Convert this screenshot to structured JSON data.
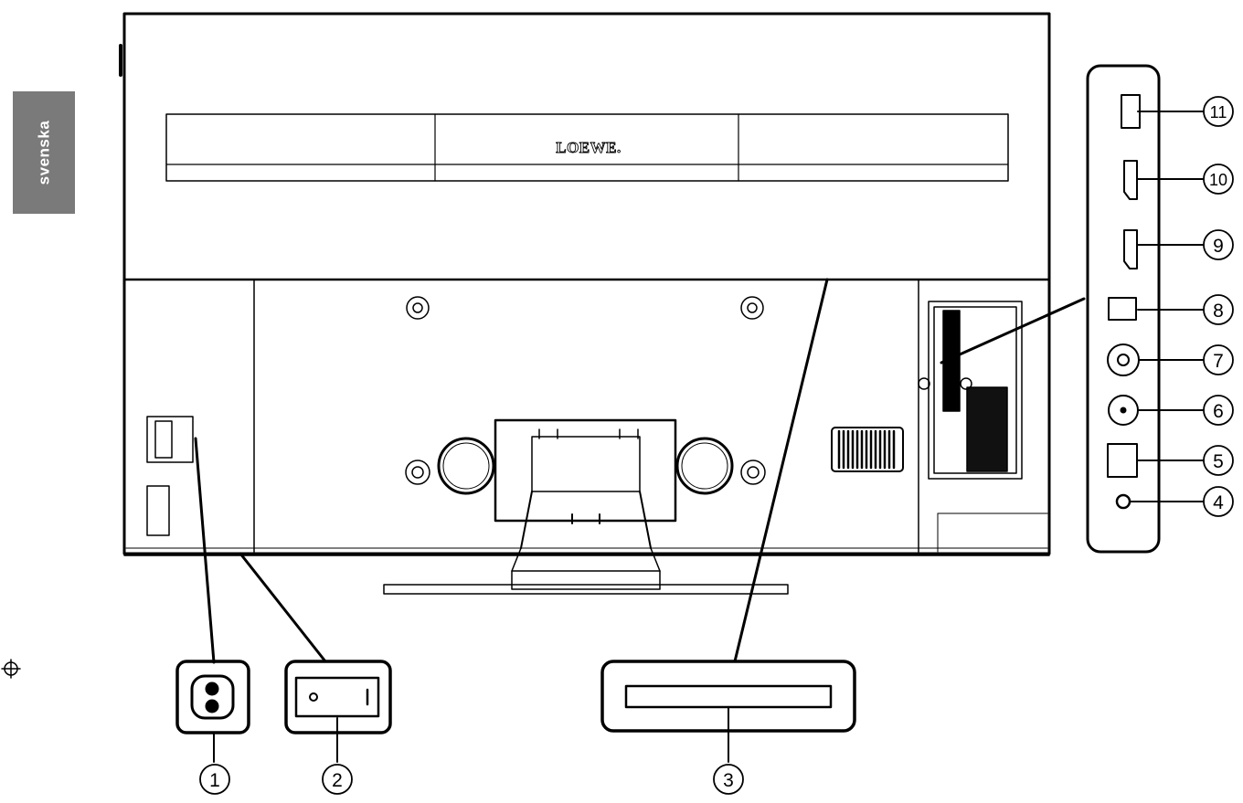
{
  "language_tab": "svenska",
  "brand_logo": "LOEWE.",
  "callouts": [
    "1",
    "2",
    "3",
    "4",
    "5",
    "6",
    "7",
    "8",
    "9",
    "10",
    "11"
  ]
}
